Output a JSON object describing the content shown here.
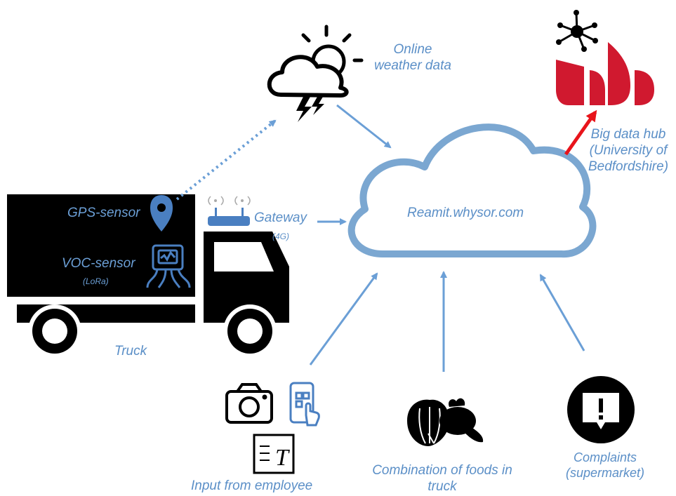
{
  "colors": {
    "label_blue": "#5b8fc7",
    "arrow_blue": "#6b9fd6",
    "cloud_outline": "#7ba7d1",
    "hub_red": "#d0192f",
    "arrow_red": "#e8141b",
    "black": "#000000"
  },
  "weather": {
    "label_line1": "Online",
    "label_line2": "weather data",
    "icon": "storm-cloud-sun-icon"
  },
  "cloud": {
    "label": "Reamit.whysor.com"
  },
  "hub": {
    "label_line1": "Big data hub",
    "label_line2": "(University of",
    "label_line3": "Bedfordshire)",
    "icon": "university-logo-icon"
  },
  "truck": {
    "label": "Truck",
    "gps_label": "GPS-sensor",
    "voc_label": "VOC-sensor",
    "voc_sub": "(LoRa)",
    "gateway_label": "Gateway",
    "gateway_sub": "(4G)"
  },
  "employee": {
    "label": "Input from employee",
    "icons": [
      "camera-icon",
      "phone-touch-icon",
      "text-input-icon"
    ]
  },
  "foods": {
    "label_line1": "Combination of foods in",
    "label_line2": "truck",
    "icon": "vegetables-icon"
  },
  "complaints": {
    "label_line1": "Complaints",
    "label_line2": "(supermarket)",
    "icon": "alert-speech-icon"
  }
}
